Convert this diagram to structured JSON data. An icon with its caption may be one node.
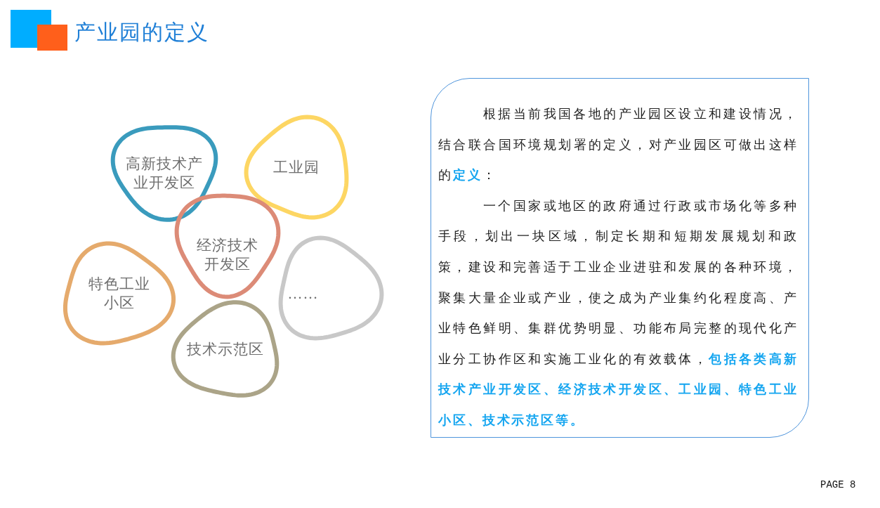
{
  "diagram": {
    "title": "产业园的定义",
    "nodes": [
      {
        "text": [
          "高新技术产业开发区"
        ]
      },
      {
        "text": [
          "工业园"
        ]
      },
      {
        "text": [
          "经济技术开发区"
        ]
      },
      {
        "text": [
          "特色工业小区"
        ]
      },
      {
        "text": [
          "……"
        ]
      },
      {
        "text": [
          "技术示范区"
        ]
      },
      {
        "text": [
          "根据当前我国各地的产业园区设立和建设情况，结合联合国环境规划署的定义，对产业园区可做出这样的**定义**：",
          "一个国家或地区的政府通过行政或市场化等多种手段，划出一块区域，制定长期和短期发展规划和政策，建设和完善适于工业企业进驻和发展的各种环境，聚集大量企业或产业，使之成为产业集约化程度高、产业特色鲜明、集群优势明显、功能布局完整的现代化产业分工协作区和实施工业化的有效载体，**包括各类高新技术产业开发区、经济技术开发区、工业园、特色工业小区、技术示范区等。**"
        ]
      }
    ],
    "labels": [
      "PAGE 8"
    ]
  }
}
